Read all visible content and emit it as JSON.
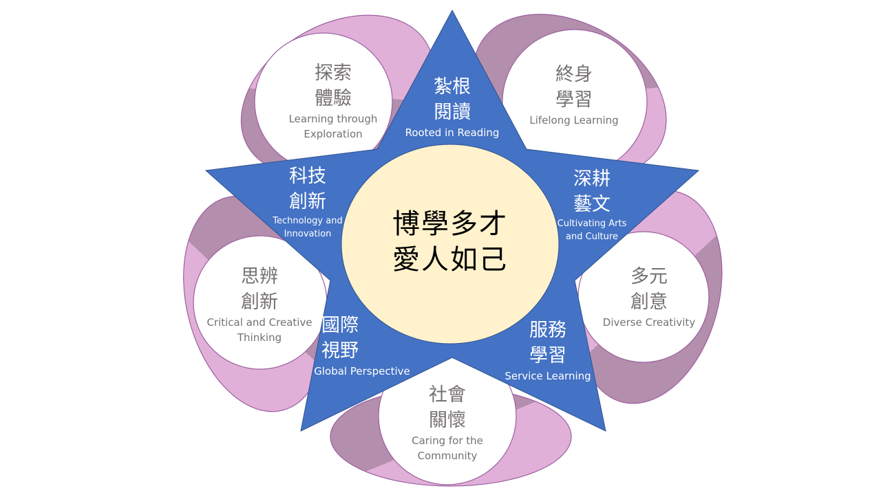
{
  "colors": {
    "star": "#4472C4",
    "center": "#FFF2CC",
    "ribbon_light": "#E0B0D8",
    "ribbon_dark": "#B48EAD",
    "petal_text": "#767171"
  },
  "center": {
    "line1": "博學多才",
    "line2": "愛人如己"
  },
  "star_points": [
    {
      "zh1": "紮根",
      "zh2": "閱讀",
      "en1": "Rooted in Reading",
      "en2": ""
    },
    {
      "zh1": "深耕",
      "zh2": "藝文",
      "en1": "Cultivating Arts",
      "en2": "and Culture"
    },
    {
      "zh1": "服務",
      "zh2": "學習",
      "en1": "Service Learning",
      "en2": ""
    },
    {
      "zh1": "國際",
      "zh2": "視野",
      "en1": "Global Perspective",
      "en2": ""
    },
    {
      "zh1": "科技",
      "zh2": "創新",
      "en1": "Technology and",
      "en2": "Innovation"
    }
  ],
  "petals": [
    {
      "zh1": "探索",
      "zh2": "體驗",
      "en1": "Learning through",
      "en2": "Exploration"
    },
    {
      "zh1": "終身",
      "zh2": "學習",
      "en1": "Lifelong Learning",
      "en2": ""
    },
    {
      "zh1": "多元",
      "zh2": "創意",
      "en1": "Diverse Creativity",
      "en2": ""
    },
    {
      "zh1": "社會",
      "zh2": "關懷",
      "en1": "Caring for the",
      "en2": "Community"
    },
    {
      "zh1": "思辨",
      "zh2": "創新",
      "en1": "Critical and Creative",
      "en2": "Thinking"
    }
  ]
}
